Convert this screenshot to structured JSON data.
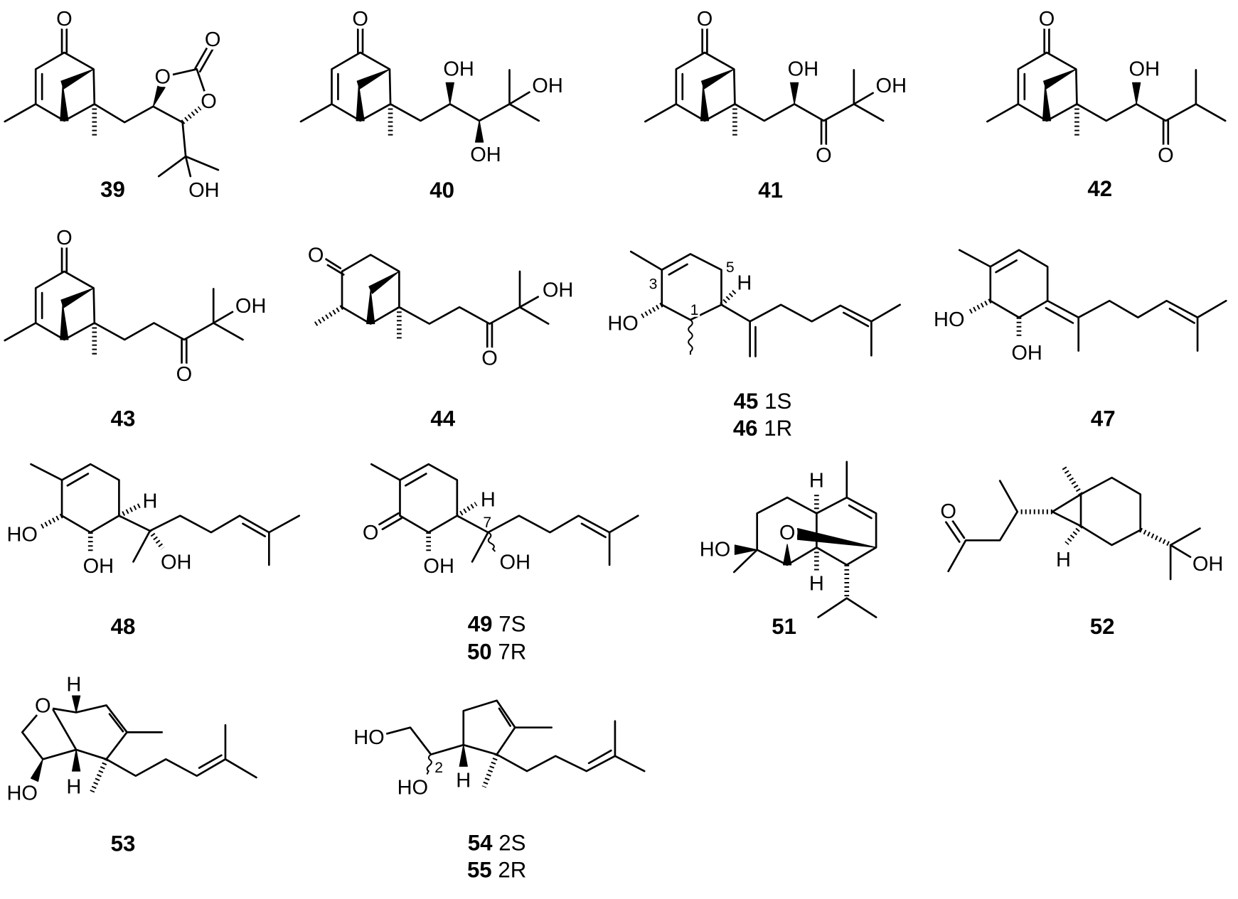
{
  "compounds": [
    {
      "numbers": [
        {
          "id": "39"
        }
      ],
      "atoms": [
        "O",
        "O",
        "O",
        "O",
        "OH"
      ]
    },
    {
      "numbers": [
        {
          "id": "40"
        }
      ],
      "atoms": [
        "O",
        "OH",
        "OH",
        "OH"
      ]
    },
    {
      "numbers": [
        {
          "id": "41"
        }
      ],
      "atoms": [
        "O",
        "OH",
        "O",
        "OH"
      ]
    },
    {
      "numbers": [
        {
          "id": "42"
        }
      ],
      "atoms": [
        "O",
        "OH",
        "O"
      ]
    },
    {
      "numbers": [
        {
          "id": "43"
        }
      ],
      "atoms": [
        "O",
        "O",
        "OH"
      ]
    },
    {
      "numbers": [
        {
          "id": "44"
        }
      ],
      "atoms": [
        "O",
        "O",
        "OH"
      ]
    },
    {
      "numbers": [
        {
          "id": "45",
          "stereo": "1S"
        },
        {
          "id": "46",
          "stereo": "1R"
        }
      ],
      "atoms": [
        "HO",
        "H"
      ],
      "locants": [
        "3",
        "5",
        "1"
      ]
    },
    {
      "numbers": [
        {
          "id": "47"
        }
      ],
      "atoms": [
        "HO",
        "OH"
      ]
    },
    {
      "numbers": [
        {
          "id": "48"
        }
      ],
      "atoms": [
        "H",
        "HO",
        "OH",
        "OH"
      ]
    },
    {
      "numbers": [
        {
          "id": "49",
          "stereo": "7S"
        },
        {
          "id": "50",
          "stereo": "7R"
        }
      ],
      "atoms": [
        "O",
        "H",
        "OH",
        "OH"
      ],
      "locants": [
        "7"
      ]
    },
    {
      "numbers": [
        {
          "id": "51"
        }
      ],
      "atoms": [
        "H",
        "O",
        "HO",
        "H"
      ]
    },
    {
      "numbers": [
        {
          "id": "52"
        }
      ],
      "atoms": [
        "O",
        "H",
        "OH"
      ]
    },
    {
      "numbers": [
        {
          "id": "53"
        }
      ],
      "atoms": [
        "H",
        "O",
        "HO",
        "H"
      ]
    },
    {
      "numbers": [
        {
          "id": "54",
          "stereo": "2S"
        },
        {
          "id": "55",
          "stereo": "2R"
        }
      ],
      "atoms": [
        "HO",
        "HO",
        "H"
      ],
      "locants": [
        "2"
      ]
    }
  ]
}
